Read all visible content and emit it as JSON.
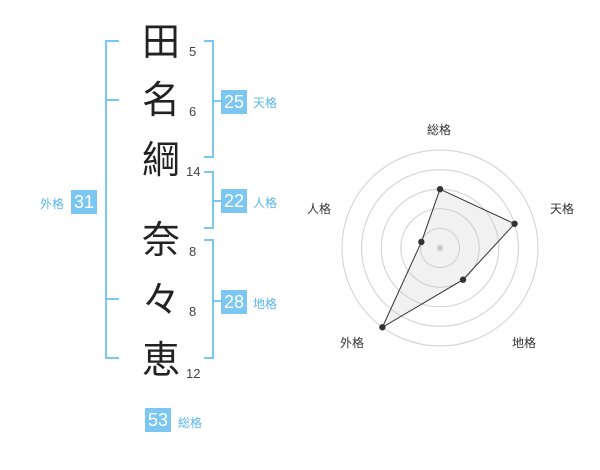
{
  "characters": [
    {
      "char": "田",
      "strokes": "5"
    },
    {
      "char": "名",
      "strokes": "6"
    },
    {
      "char": "綱",
      "strokes": "14"
    },
    {
      "char": "奈",
      "strokes": "8"
    },
    {
      "char": "々",
      "strokes": "8"
    },
    {
      "char": "恵",
      "strokes": "12"
    }
  ],
  "kakusu": {
    "tenkaku": {
      "value": "25",
      "label": "天格"
    },
    "jinkaku": {
      "value": "22",
      "label": "人格"
    },
    "chikaku": {
      "value": "28",
      "label": "地格"
    },
    "gaikaku": {
      "value": "31",
      "label": "外格"
    },
    "soukaku": {
      "value": "53",
      "label": "総格"
    }
  },
  "colors": {
    "accent": "#7cc6f2",
    "label": "#5ab5ea"
  },
  "chart_data": {
    "type": "radar",
    "axes": [
      "総格",
      "天格",
      "地格",
      "外格",
      "人格"
    ],
    "scale_max": 5,
    "rings": 5,
    "values": [
      3,
      4,
      2,
      5,
      1
    ]
  }
}
